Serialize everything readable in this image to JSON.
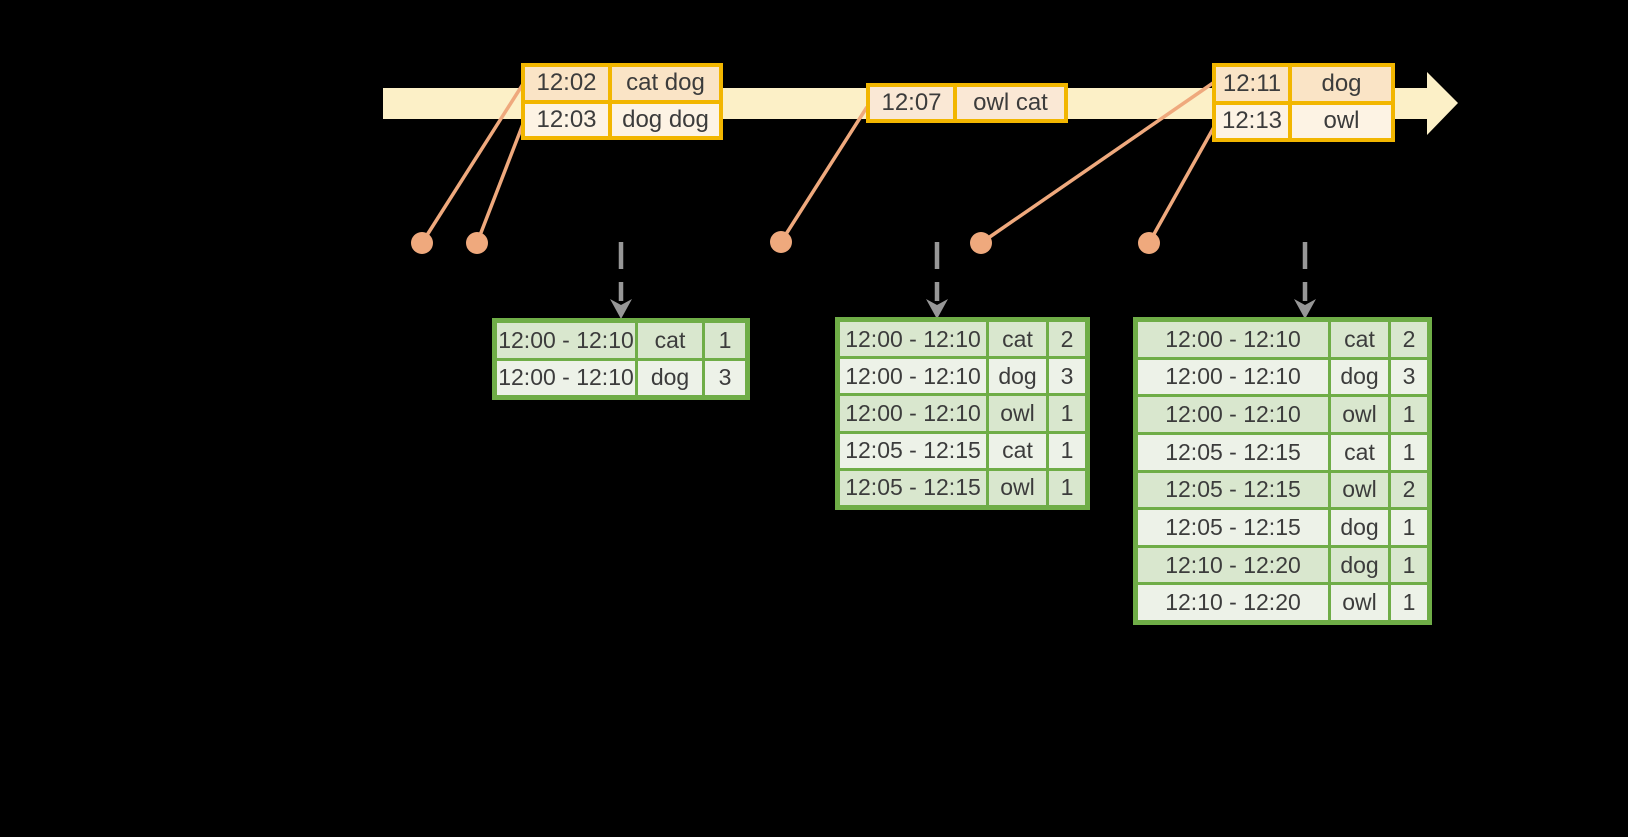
{
  "colors": {
    "background": "#000000",
    "timeline_fill": "#fcf0c7",
    "event_border": "#f2b600",
    "event_row_dark": "#fae4c6",
    "event_row_light": "#fdf3e4",
    "event_row_mid": "#fae8d5",
    "green_border": "#6fad47",
    "green_row_dark": "#d9e7ce",
    "green_row_light": "#edf2e8",
    "dot_color": "#efa97d",
    "arrow_gray": "#979797",
    "cell_text": "#3c3c3c"
  },
  "event_tables": [
    {
      "name": "event-table-1",
      "rows": [
        [
          "12:02",
          "cat dog"
        ],
        [
          "12:03",
          "dog dog"
        ]
      ]
    },
    {
      "name": "event-table-2",
      "rows": [
        [
          "12:07",
          "owl cat"
        ]
      ]
    },
    {
      "name": "event-table-3",
      "rows": [
        [
          "12:11",
          "dog"
        ],
        [
          "12:13",
          "owl"
        ]
      ]
    }
  ],
  "result_tables": [
    {
      "name": "result-table-1",
      "rows": [
        [
          "12:00 - 12:10",
          "cat",
          "1"
        ],
        [
          "12:00 - 12:10",
          "dog",
          "3"
        ]
      ]
    },
    {
      "name": "result-table-2",
      "rows": [
        [
          "12:00 - 12:10",
          "cat",
          "2"
        ],
        [
          "12:00 - 12:10",
          "dog",
          "3"
        ],
        [
          "12:00 - 12:10",
          "owl",
          "1"
        ],
        [
          "12:05 - 12:15",
          "cat",
          "1"
        ],
        [
          "12:05 - 12:15",
          "owl",
          "1"
        ]
      ]
    },
    {
      "name": "result-table-3",
      "rows": [
        [
          "12:00 - 12:10",
          "cat",
          "2"
        ],
        [
          "12:00 - 12:10",
          "dog",
          "3"
        ],
        [
          "12:00 - 12:10",
          "owl",
          "1"
        ],
        [
          "12:05 - 12:15",
          "cat",
          "1"
        ],
        [
          "12:05 - 12:15",
          "owl",
          "2"
        ],
        [
          "12:05 - 12:15",
          "dog",
          "1"
        ],
        [
          "12:10 - 12:20",
          "dog",
          "1"
        ],
        [
          "12:10 - 12:20",
          "owl",
          "1"
        ]
      ]
    }
  ]
}
